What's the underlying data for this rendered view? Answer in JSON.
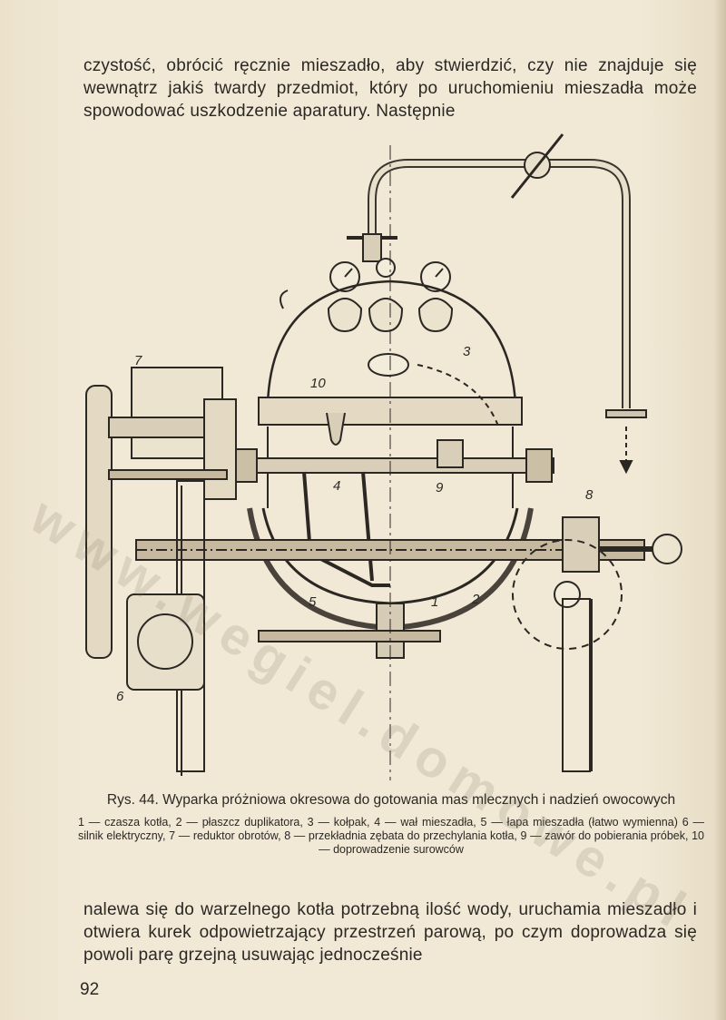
{
  "paragraph_top": "czystość, obrócić ręcznie mieszadło, aby stwierdzić, czy nie znajduje się wewnątrz jakiś twardy przedmiot, który po uruchomieniu mieszadła może spowodować uszkodzenie aparatury. Następnie",
  "figure": {
    "part_labels": [
      "1",
      "2",
      "3",
      "4",
      "5",
      "6",
      "7",
      "8",
      "9",
      "10"
    ],
    "caption_title": "Rys. 44. Wyparka próżniowa okresowa do gotowania mas mlecznych i nadzień owocowych",
    "caption_legend": "1 — czasza kotła, 2 — płaszcz duplikatora, 3 — kołpak, 4 — wał mieszadła, 5 — łapa mieszadła (łatwo wymienna) 6 — silnik elektryczny, 7 — reduktor obrotów, 8 — przekładnia zębata do przechylania kotła, 9 — zawór do pobierania próbek, 10 — doprowadzenie surowców"
  },
  "paragraph_bottom": "nalewa się do warzelnego kotła potrzebną ilość wody, uruchamia mieszadło i otwiera kurek odpowietrzający przestrzeń parową, po czym doprowadza się powoli parę grzejną usuwając jednocześnie",
  "page_number": "92",
  "watermark": "www.wegiel.domowe.pl",
  "colors": {
    "paper": "#f1e9d6",
    "ink": "#2b2824"
  }
}
